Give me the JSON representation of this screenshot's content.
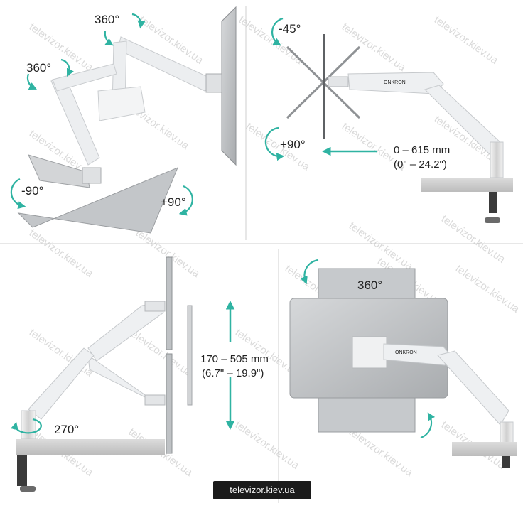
{
  "panels": {
    "tl": {
      "rot_top": "360°",
      "rot_mid": "360°",
      "tilt_left": "-90°",
      "tilt_right": "+90°"
    },
    "tr": {
      "tilt_up": "-45°",
      "tilt_down": "+90°",
      "extension_mm": "0 – 615 mm",
      "extension_in": "(0\" – 24.2\")"
    },
    "bl": {
      "height_mm": "170 – 505 mm",
      "height_in": "(6.7\" – 19.9\")",
      "swivel": "270°"
    },
    "br": {
      "rotation": "360°"
    }
  },
  "brand_on_arm": "ONKRON",
  "watermark": "televizor.kiev.ua",
  "badge": "televizor.kiev.ua",
  "colors": {
    "accent": "#2fb3a2",
    "arm": "#e9ecef",
    "screen": "#b9bcbf",
    "text": "#222222",
    "badge_bg": "#1b1b1b"
  }
}
